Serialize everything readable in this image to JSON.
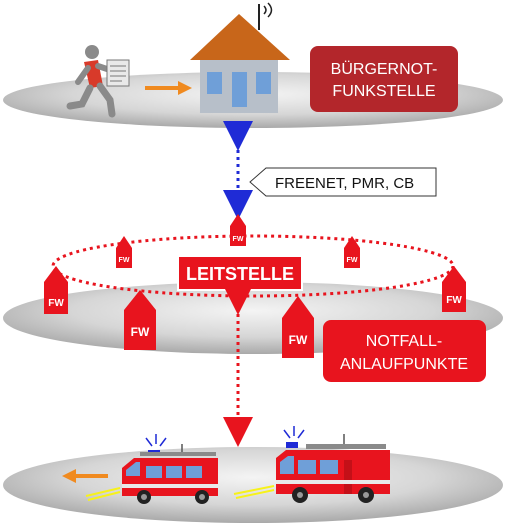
{
  "labels": {
    "buergernotfunkstelle_line1": "BÜRGERNOT-",
    "buergernotfunkstelle_line2": "FUNKSTELLE",
    "freenet": "FREENET, PMR, CB",
    "leitstelle": "LEITSTELLE",
    "notfall_line1": "NOTFALL-",
    "notfall_line2": "ANLAUFPUNKTE"
  },
  "fw_label": "FW",
  "colors": {
    "red": "#e8141e",
    "dark_red": "#b3262b",
    "roof": "#c8661a",
    "house": "#b7bfc9",
    "window": "#6f9fd8",
    "arrow_orange": "#f08a1f",
    "arrow_blue": "#1f2bd6",
    "light_yellow": "#f7f21a"
  }
}
